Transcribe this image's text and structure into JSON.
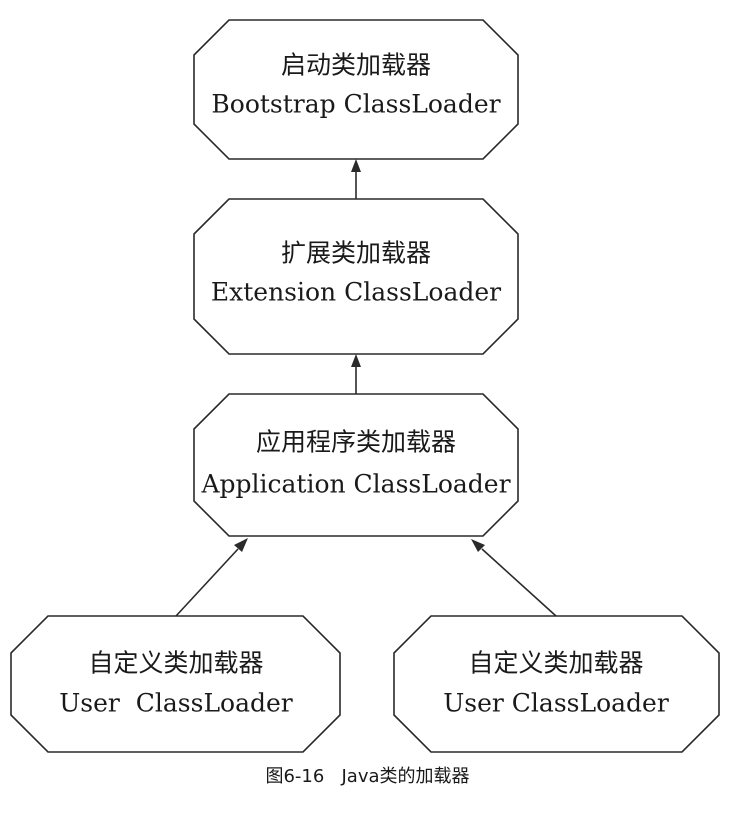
{
  "diagram": {
    "nodes": [
      {
        "id": "bootstrap",
        "line1": "启动类加载器",
        "line2": "Bootstrap ClassLoader"
      },
      {
        "id": "extension",
        "line1": "扩展类加载器",
        "line2": "Extension ClassLoader"
      },
      {
        "id": "application",
        "line1": "应用程序类加载器",
        "line2": "Application ClassLoader"
      },
      {
        "id": "user-left",
        "line1": "自定义类加载器",
        "line2": "User  ClassLoader"
      },
      {
        "id": "user-right",
        "line1": "自定义类加载器",
        "line2": "User ClassLoader"
      }
    ],
    "edges": [
      {
        "from": "extension",
        "to": "bootstrap"
      },
      {
        "from": "application",
        "to": "extension"
      },
      {
        "from": "user-left",
        "to": "application"
      },
      {
        "from": "user-right",
        "to": "application"
      }
    ],
    "caption": "图6-16   Java类的加载器"
  },
  "colors": {
    "stroke": "#2a2a2a",
    "text": "#1a1a1a",
    "background": "#ffffff"
  }
}
